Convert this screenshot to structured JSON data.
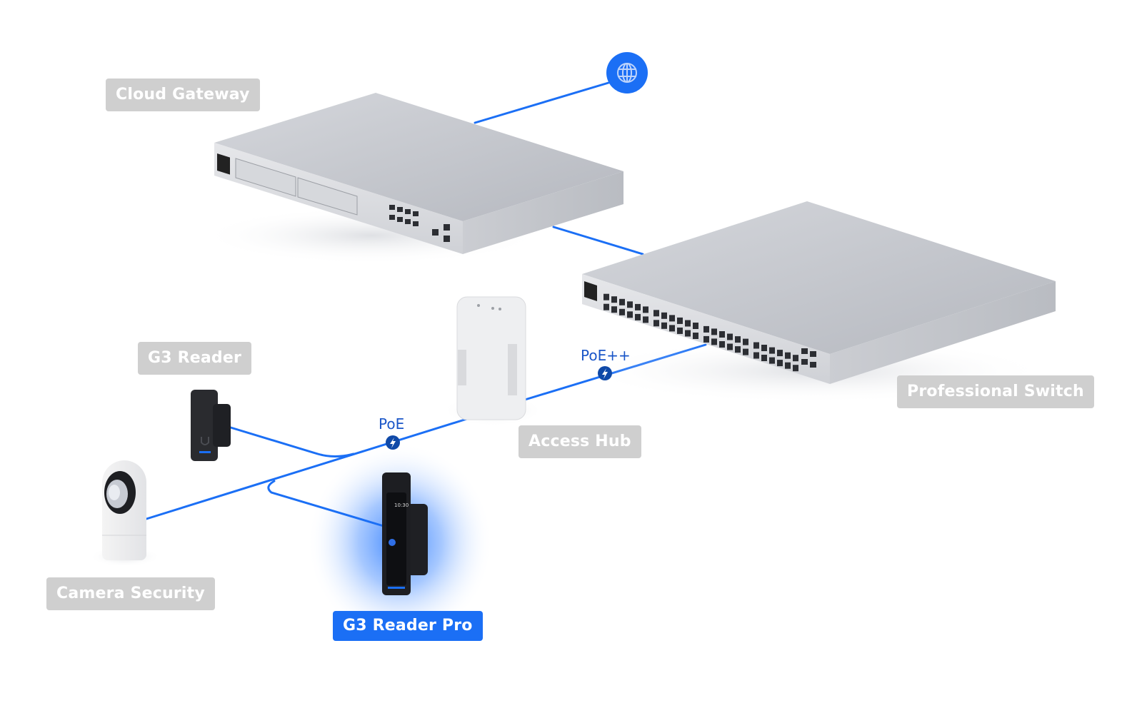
{
  "diagram": {
    "title": "UniFi Access topology",
    "accent_color": "#1b6ff5",
    "wire_color": "#1b6ff5",
    "label_bg_color": "#cfcfcf",
    "poe_badge_color": "#0f49a8",
    "internet": {
      "icon": "globe-icon"
    },
    "nodes": [
      {
        "id": "cloud-gateway",
        "label": "Cloud Gateway",
        "active": false
      },
      {
        "id": "professional-switch",
        "label": "Professional Switch",
        "active": false
      },
      {
        "id": "access-hub",
        "label": "Access Hub",
        "active": false
      },
      {
        "id": "g3-reader",
        "label": "G3 Reader",
        "active": false
      },
      {
        "id": "camera-security",
        "label": "Camera Security",
        "active": false
      },
      {
        "id": "g3-reader-pro",
        "label": "G3 Reader Pro",
        "active": true
      }
    ],
    "links": [
      {
        "from": "internet",
        "to": "cloud-gateway",
        "label": ""
      },
      {
        "from": "cloud-gateway",
        "to": "professional-switch",
        "label": ""
      },
      {
        "from": "professional-switch",
        "to": "access-hub",
        "label": "PoE++",
        "icon": "lightning-icon"
      },
      {
        "from": "access-hub",
        "to": "g3-reader",
        "label": "PoE",
        "icon": "lightning-icon"
      },
      {
        "from": "access-hub",
        "to": "g3-reader-pro",
        "label": "PoE",
        "icon": "lightning-icon"
      },
      {
        "from": "access-hub",
        "to": "camera-security",
        "label": "PoE",
        "icon": "lightning-icon"
      }
    ],
    "poe_labels": {
      "poe_plus_plus": "PoE++",
      "poe": "PoE"
    },
    "reader_pro_screen": {
      "time": "10:30"
    }
  }
}
